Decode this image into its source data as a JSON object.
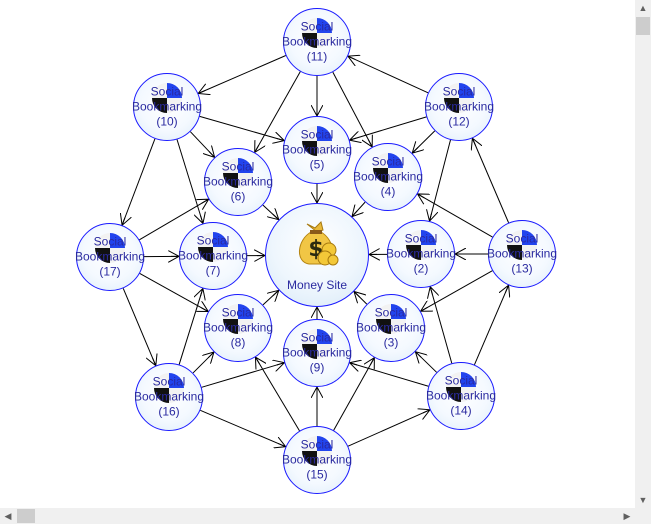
{
  "diagram": {
    "money_site": {
      "label": "Money Site",
      "icon": "money-bag-icon"
    },
    "nodes": [
      {
        "id": "2",
        "label": "Social Bookmarking (2)"
      },
      {
        "id": "3",
        "label": "Social Bookmarking (3)"
      },
      {
        "id": "4",
        "label": "Social Bookmarking (4)"
      },
      {
        "id": "5",
        "label": "Social Bookmarking (5)"
      },
      {
        "id": "6",
        "label": "Social Bookmarking (6)"
      },
      {
        "id": "7",
        "label": "Social Bookmarking (7)"
      },
      {
        "id": "8",
        "label": "Social Bookmarking (8)"
      },
      {
        "id": "9",
        "label": "Social Bookmarking (9)"
      },
      {
        "id": "10",
        "label": "Social Bookmarking (10)"
      },
      {
        "id": "11",
        "label": "Social Bookmarking (11)"
      },
      {
        "id": "12",
        "label": "Social Bookmarking (12)"
      },
      {
        "id": "13",
        "label": "Social Bookmarking (13)"
      },
      {
        "id": "14",
        "label": "Social Bookmarking (14)"
      },
      {
        "id": "15",
        "label": "Social Bookmarking (15)"
      },
      {
        "id": "16",
        "label": "Social Bookmarking (16)"
      },
      {
        "id": "17",
        "label": "Social Bookmarking (17)"
      }
    ],
    "edges": [
      [
        "11",
        "10"
      ],
      [
        "12",
        "11"
      ],
      [
        "10",
        "17"
      ],
      [
        "13",
        "12"
      ],
      [
        "17",
        "16"
      ],
      [
        "14",
        "13"
      ],
      [
        "16",
        "15"
      ],
      [
        "15",
        "14"
      ],
      [
        "11",
        "6"
      ],
      [
        "11",
        "5"
      ],
      [
        "11",
        "4"
      ],
      [
        "10",
        "5"
      ],
      [
        "10",
        "6"
      ],
      [
        "10",
        "7"
      ],
      [
        "12",
        "5"
      ],
      [
        "12",
        "4"
      ],
      [
        "12",
        "2"
      ],
      [
        "17",
        "6"
      ],
      [
        "17",
        "7"
      ],
      [
        "17",
        "8"
      ],
      [
        "13",
        "4"
      ],
      [
        "13",
        "2"
      ],
      [
        "13",
        "3"
      ],
      [
        "16",
        "7"
      ],
      [
        "16",
        "8"
      ],
      [
        "16",
        "9"
      ],
      [
        "14",
        "2"
      ],
      [
        "14",
        "3"
      ],
      [
        "14",
        "9"
      ],
      [
        "15",
        "8"
      ],
      [
        "15",
        "9"
      ],
      [
        "15",
        "3"
      ],
      [
        "5",
        "money"
      ],
      [
        "6",
        "money"
      ],
      [
        "4",
        "money"
      ],
      [
        "7",
        "money"
      ],
      [
        "2",
        "money"
      ],
      [
        "8",
        "money"
      ],
      [
        "3",
        "money"
      ],
      [
        "9",
        "money"
      ]
    ],
    "colors": {
      "node_border": "#1a1aff",
      "label": "#2a2aa0",
      "edge": "#000000"
    }
  }
}
